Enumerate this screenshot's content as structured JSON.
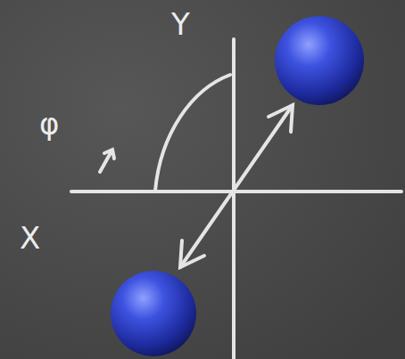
{
  "diagram": {
    "labels": [
      "Y",
      "φ",
      "X"
    ]
  }
}
